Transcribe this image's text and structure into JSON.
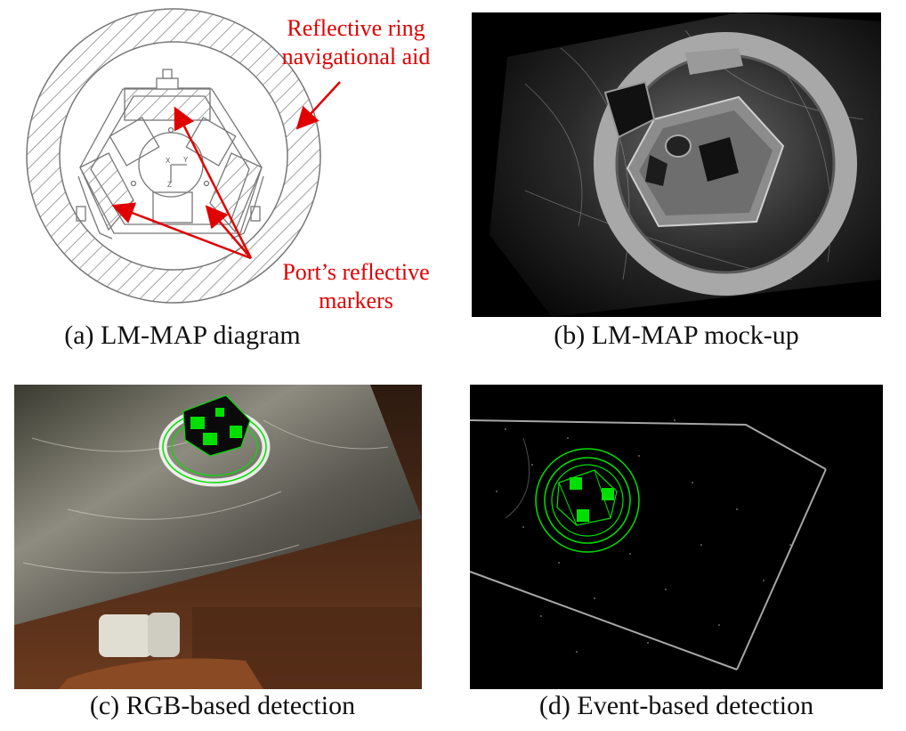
{
  "panels": {
    "a": {
      "caption": "(a) LM-MAP diagram",
      "annotations": {
        "ring_line1": "Reflective ring",
        "ring_line2": "navigational aid",
        "markers_line1": "Port’s reflective",
        "markers_line2": "markers"
      },
      "axis_labels": {
        "x": "X",
        "y": "Y",
        "z": "Z"
      }
    },
    "b": {
      "caption": "(b) LM-MAP mock-up"
    },
    "c": {
      "caption": "(c) RGB-based detection"
    },
    "d": {
      "caption": "(d) Event-based detection"
    }
  },
  "colors": {
    "annotation_red": "#e00000",
    "detection_green": "#00e000",
    "hatch_gray": "#8a8a8a"
  }
}
